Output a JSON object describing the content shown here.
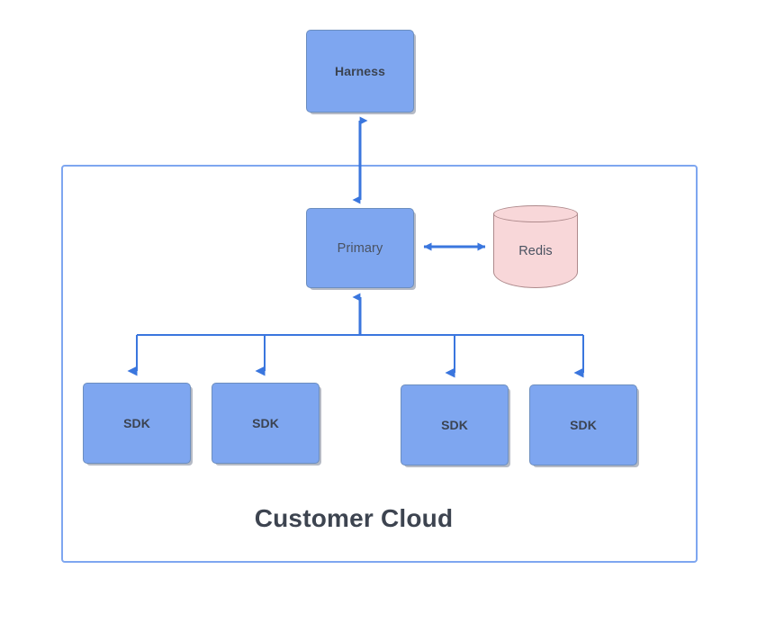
{
  "diagram": {
    "title": "Customer Cloud",
    "nodes": {
      "harness": {
        "label": "Harness",
        "shape": "rounded-rectangle",
        "fill": "#7EA6F0",
        "stroke": "#6C8EBF"
      },
      "primary": {
        "label": "Primary",
        "shape": "rounded-rectangle",
        "fill": "#7EA6F0",
        "stroke": "#6C8EBF"
      },
      "redis": {
        "label": "Redis",
        "shape": "cylinder",
        "fill": "#F8D7D9",
        "stroke": "#AE8A8C"
      },
      "sdks": [
        {
          "label": "SDK"
        },
        {
          "label": "SDK"
        },
        {
          "label": "SDK"
        },
        {
          "label": "SDK"
        }
      ]
    },
    "container": {
      "label": "Customer Cloud",
      "stroke": "#7EA6F0"
    },
    "connectors": [
      {
        "name": "harness-primary",
        "from": "Harness",
        "to": "Primary",
        "direction": "bidirectional",
        "color": "#3A76DE"
      },
      {
        "name": "primary-redis",
        "from": "Primary",
        "to": "Redis",
        "direction": "bidirectional",
        "color": "#3A76DE"
      },
      {
        "name": "sdk-1-primary",
        "from": "SDK",
        "to": "Primary",
        "direction": "bidirectional",
        "color": "#3A76DE"
      },
      {
        "name": "sdk-2-primary",
        "from": "SDK",
        "to": "Primary",
        "direction": "bidirectional",
        "color": "#3A76DE"
      },
      {
        "name": "sdk-3-primary",
        "from": "SDK",
        "to": "Primary",
        "direction": "bidirectional",
        "color": "#3A76DE"
      },
      {
        "name": "sdk-4-primary",
        "from": "SDK",
        "to": "Primary",
        "direction": "bidirectional",
        "color": "#3A76DE"
      }
    ]
  }
}
